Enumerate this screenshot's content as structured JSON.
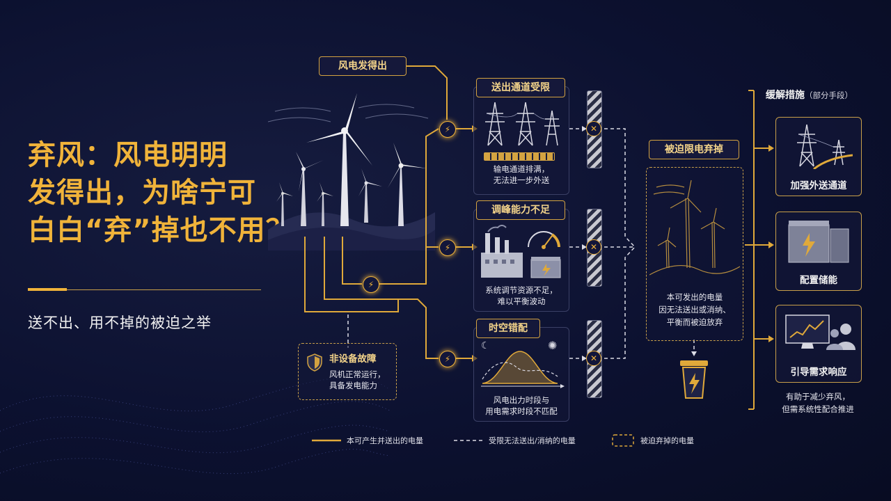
{
  "title_lines": [
    "弃风：风电明明",
    "发得出，为啥宁可",
    "白白“弃”掉也不用？"
  ],
  "subtitle": "送不出、用不掉的被迫之举",
  "source_tag": "风电发得出",
  "no_fault": {
    "title": "非设备故障",
    "desc_lines": [
      "风机正常运行，",
      "具备发电能力"
    ]
  },
  "causes": [
    {
      "tag": "送出通道受限",
      "desc_lines": [
        "输电通道排满，",
        "无法进一步外送"
      ]
    },
    {
      "tag": "调峰能力不足",
      "desc_lines": [
        "系统调节资源不足，",
        "难以平衡波动"
      ]
    },
    {
      "tag": "时空错配",
      "desc_lines": [
        "风电出力时段与",
        "用电需求时段不匹配"
      ]
    }
  ],
  "curtail": {
    "tag": "被迫限电弃掉",
    "desc_lines": [
      "本可发出的电量",
      "因无法送出或消纳、",
      "平衡而被迫放弃"
    ]
  },
  "mitigation": {
    "heading": "缓解措施",
    "heading_note": "（部分手段）",
    "items": [
      "加强外送通道",
      "配置储能",
      "引导需求响应"
    ],
    "footer_lines": [
      "有助于减少弃风，",
      "但需系统性配合推进"
    ]
  },
  "legend": [
    {
      "label": "本可产生并送出的电量",
      "style": "solid"
    },
    {
      "label": "受限无法送出/消纳的电量",
      "style": "dashed"
    },
    {
      "label": "被迫弃掉的电量",
      "style": "box"
    }
  ],
  "colors": {
    "accent": "#f0b33a",
    "background": "#0c1130",
    "text": "#f2f2f2"
  },
  "icons": [
    "wind-turbine-icon",
    "bolt-icon",
    "x-icon",
    "pylon-icon",
    "factory-icon",
    "gauge-icon",
    "battery-icon",
    "moon-icon",
    "sun-icon",
    "shield-icon",
    "trash-bin-icon",
    "monitor-chart-icon",
    "people-icon"
  ]
}
